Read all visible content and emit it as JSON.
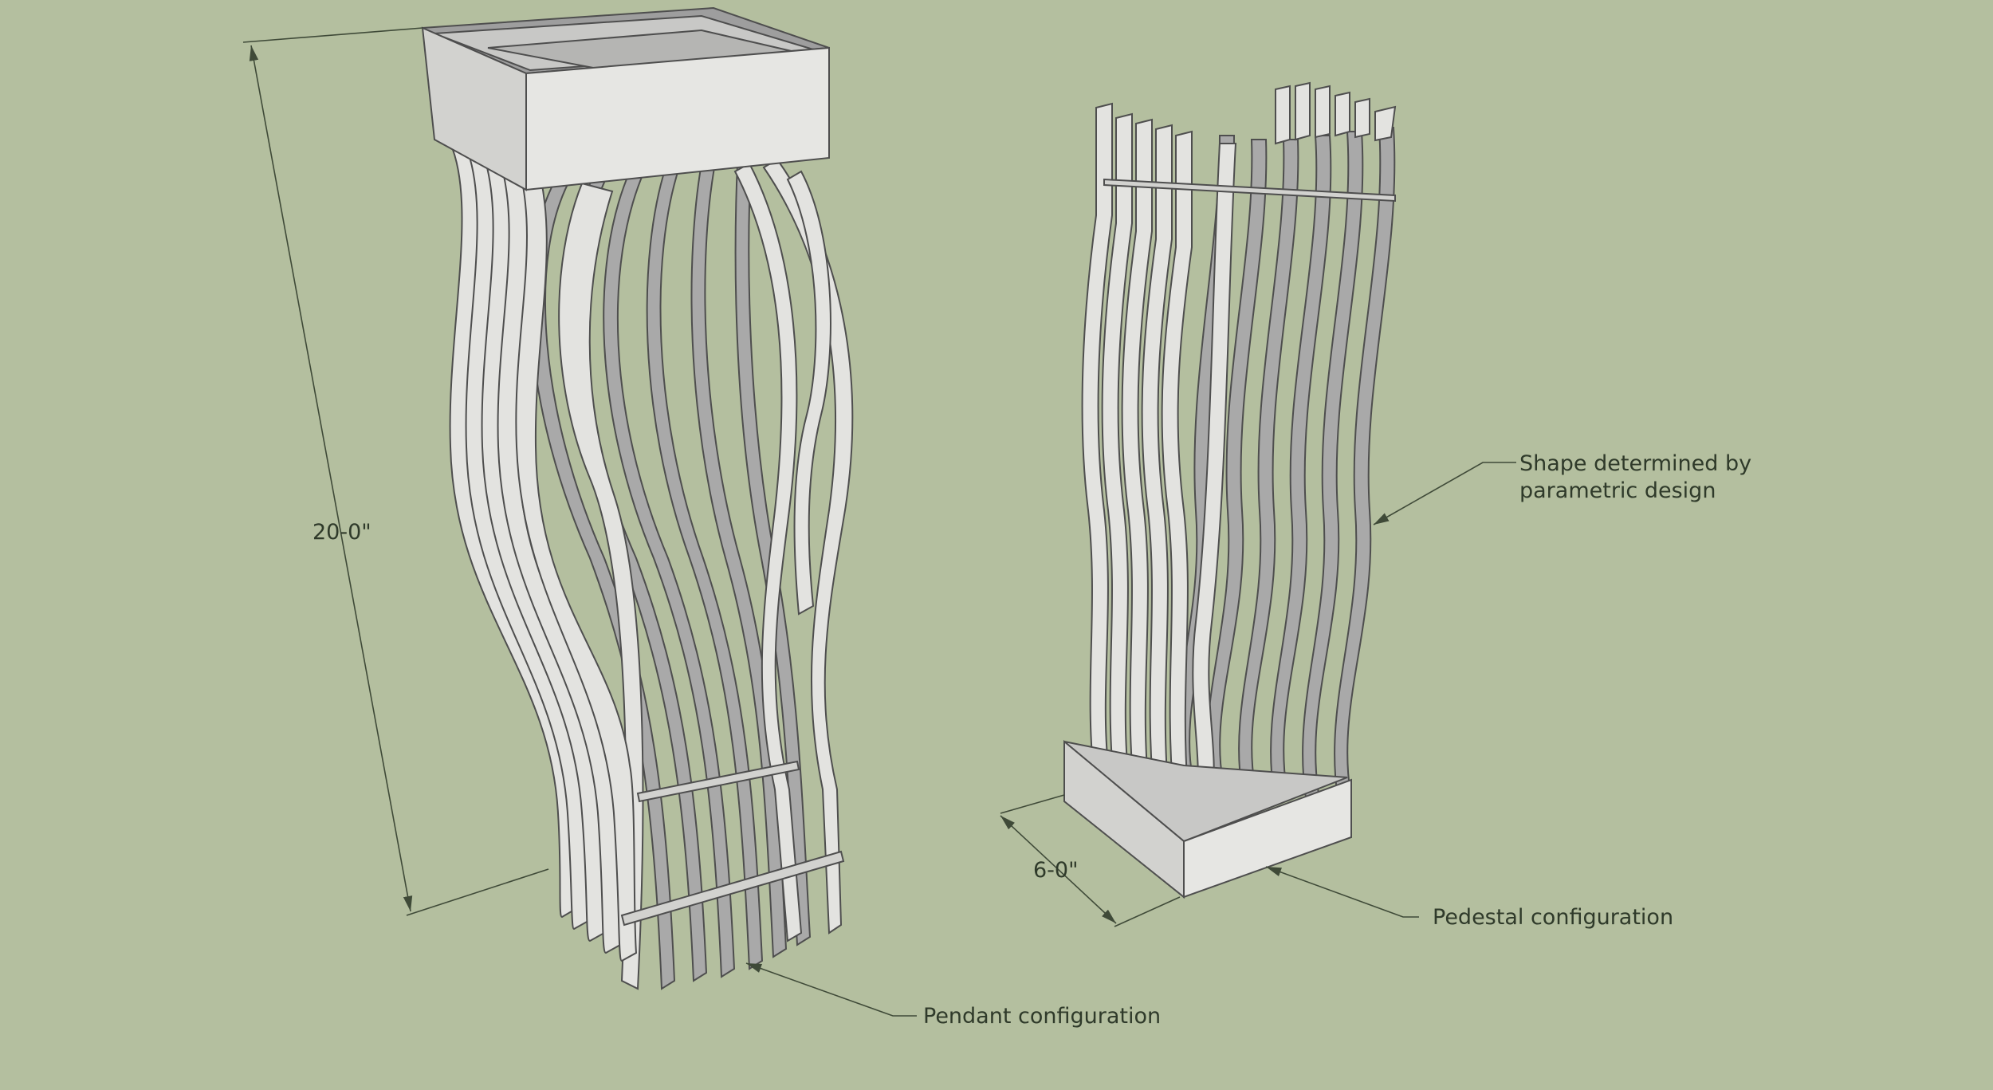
{
  "dimensions": {
    "height": "20-0\"",
    "width": "6-0\""
  },
  "annotations": {
    "shape_line1": "Shape determined by",
    "shape_line2": "parametric design",
    "pedestal": "Pedestal configuration",
    "pendant": "Pendant configuration"
  },
  "colors": {
    "background": "#b4bf9f",
    "face_light": "#e3e3e0",
    "face_mid": "#d2d2cf",
    "face_dark": "#a9a9a9",
    "edge": "#4e4e4e",
    "dimension_line": "#3f4a38"
  }
}
